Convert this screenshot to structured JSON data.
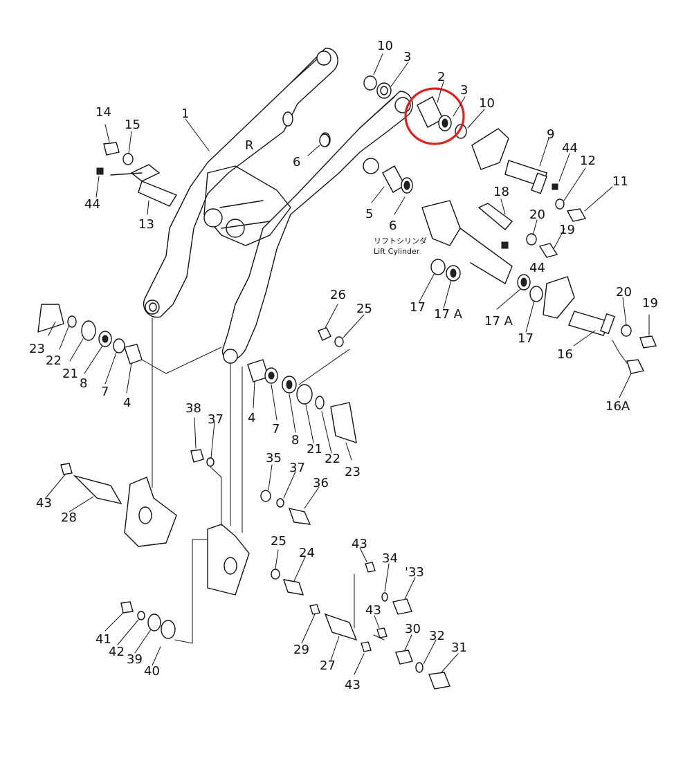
{
  "diagram": {
    "highlight_color": "#e0201e",
    "note_jp": "リフトシリンダ",
    "note_en": "Lift Cylinder",
    "arm_mark": "R",
    "callouts": [
      {
        "id": "c10a",
        "text": "10"
      },
      {
        "id": "c3a",
        "text": "3"
      },
      {
        "id": "c2",
        "text": "2"
      },
      {
        "id": "c3b",
        "text": "3"
      },
      {
        "id": "c10b",
        "text": "10"
      },
      {
        "id": "c9",
        "text": "9"
      },
      {
        "id": "c44a",
        "text": "44"
      },
      {
        "id": "c12",
        "text": "12"
      },
      {
        "id": "c11",
        "text": "11"
      },
      {
        "id": "c14",
        "text": "14"
      },
      {
        "id": "c15",
        "text": "15"
      },
      {
        "id": "c1",
        "text": "1"
      },
      {
        "id": "c6a",
        "text": "6"
      },
      {
        "id": "c44b",
        "text": "44"
      },
      {
        "id": "c13",
        "text": "13"
      },
      {
        "id": "c5",
        "text": "5"
      },
      {
        "id": "c6b",
        "text": "6"
      },
      {
        "id": "c18",
        "text": "18"
      },
      {
        "id": "c20a",
        "text": "20"
      },
      {
        "id": "c19a",
        "text": "19"
      },
      {
        "id": "c44c",
        "text": "44"
      },
      {
        "id": "c17a",
        "text": "17"
      },
      {
        "id": "c17Aa",
        "text": "17 A"
      },
      {
        "id": "c17Ab",
        "text": "17 A"
      },
      {
        "id": "c17b",
        "text": "17"
      },
      {
        "id": "c20b",
        "text": "20"
      },
      {
        "id": "c19b",
        "text": "19"
      },
      {
        "id": "c16",
        "text": "16"
      },
      {
        "id": "c16A",
        "text": "16A"
      },
      {
        "id": "c26",
        "text": "26"
      },
      {
        "id": "c25a",
        "text": "25"
      },
      {
        "id": "c23a",
        "text": "23"
      },
      {
        "id": "c22a",
        "text": "22"
      },
      {
        "id": "c21a",
        "text": "21"
      },
      {
        "id": "c8a",
        "text": "8"
      },
      {
        "id": "c7a",
        "text": "7"
      },
      {
        "id": "c4a",
        "text": "4"
      },
      {
        "id": "c4b",
        "text": "4"
      },
      {
        "id": "c7b",
        "text": "7"
      },
      {
        "id": "c8b",
        "text": "8"
      },
      {
        "id": "c21b",
        "text": "21"
      },
      {
        "id": "c22b",
        "text": "22"
      },
      {
        "id": "c23b",
        "text": "23"
      },
      {
        "id": "c38",
        "text": "38"
      },
      {
        "id": "c37a",
        "text": "37"
      },
      {
        "id": "c35",
        "text": "35"
      },
      {
        "id": "c37b",
        "text": "37"
      },
      {
        "id": "c36",
        "text": "36"
      },
      {
        "id": "c43a",
        "text": "43"
      },
      {
        "id": "c28",
        "text": "28"
      },
      {
        "id": "c25b",
        "text": "25"
      },
      {
        "id": "c24",
        "text": "24"
      },
      {
        "id": "c43b",
        "text": "43"
      },
      {
        "id": "c34",
        "text": "34"
      },
      {
        "id": "c33",
        "text": "'33"
      },
      {
        "id": "c43c",
        "text": "43"
      },
      {
        "id": "c30",
        "text": "30"
      },
      {
        "id": "c32",
        "text": "32"
      },
      {
        "id": "c31",
        "text": "31"
      },
      {
        "id": "c29",
        "text": "29"
      },
      {
        "id": "c27",
        "text": "27"
      },
      {
        "id": "c43d",
        "text": "43"
      },
      {
        "id": "c41",
        "text": "41"
      },
      {
        "id": "c42",
        "text": "42"
      },
      {
        "id": "c39",
        "text": "39"
      },
      {
        "id": "c40",
        "text": "40"
      }
    ]
  }
}
